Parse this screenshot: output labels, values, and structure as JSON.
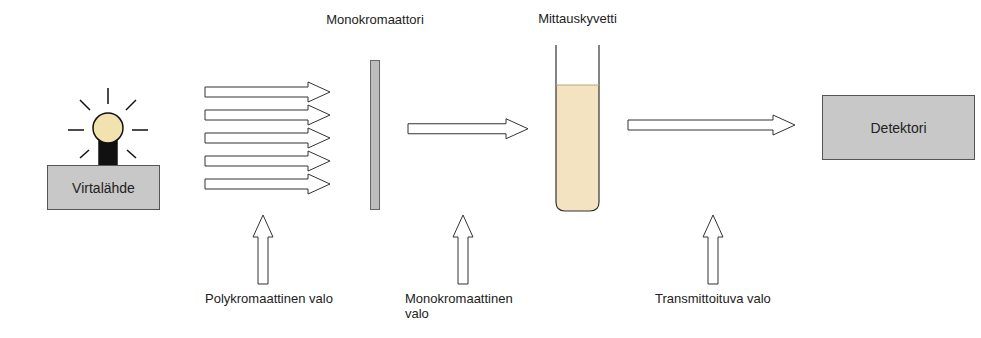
{
  "diagram": {
    "nodes": [
      {
        "text": [
          "Virtalähde"
        ]
      },
      {
        "text": [
          "Monokromaattori"
        ]
      },
      {
        "text": [
          "Mittauskyvetti"
        ]
      },
      {
        "text": [
          "Detektori"
        ]
      }
    ],
    "edges": [
      {
        "from": 1,
        "to": 2,
        "arrow": "to"
      },
      {
        "from": 2,
        "to": 3,
        "arrow": "to"
      }
    ],
    "labels": [
      "Polykromaattinen valo",
      "Monokromaattinen valo",
      "Transmittoituva valo"
    ]
  }
}
